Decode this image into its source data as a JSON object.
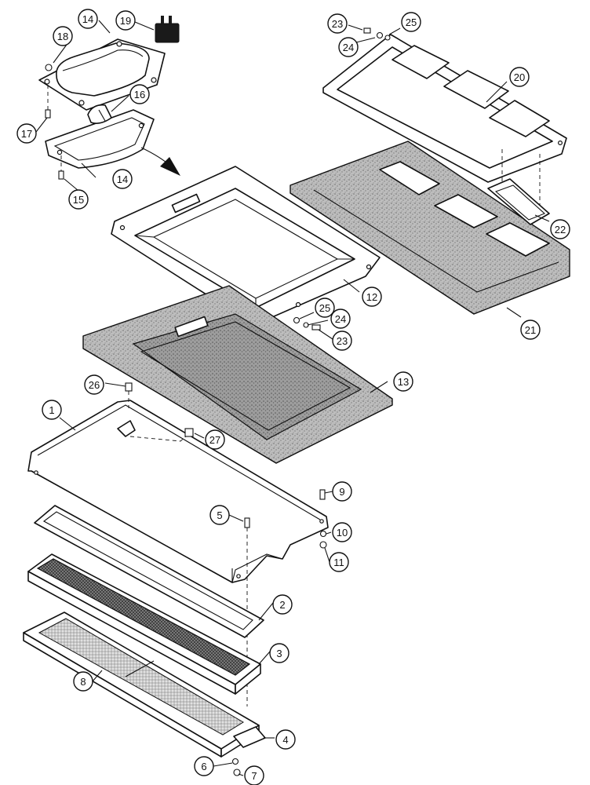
{
  "diagram": {
    "callouts": [
      {
        "id": "c1",
        "label": "1"
      },
      {
        "id": "c2",
        "label": "2"
      },
      {
        "id": "c3",
        "label": "3"
      },
      {
        "id": "c4",
        "label": "4"
      },
      {
        "id": "c5",
        "label": "5"
      },
      {
        "id": "c6",
        "label": "6"
      },
      {
        "id": "c7",
        "label": "7"
      },
      {
        "id": "c8",
        "label": "8"
      },
      {
        "id": "c9",
        "label": "9"
      },
      {
        "id": "c10",
        "label": "10"
      },
      {
        "id": "c11",
        "label": "11"
      },
      {
        "id": "c12",
        "label": "12"
      },
      {
        "id": "c13",
        "label": "13"
      },
      {
        "id": "c14a",
        "label": "14"
      },
      {
        "id": "c14b",
        "label": "14"
      },
      {
        "id": "c15",
        "label": "15"
      },
      {
        "id": "c16",
        "label": "16"
      },
      {
        "id": "c17",
        "label": "17"
      },
      {
        "id": "c18",
        "label": "18"
      },
      {
        "id": "c19",
        "label": "19"
      },
      {
        "id": "c20",
        "label": "20"
      },
      {
        "id": "c21",
        "label": "21"
      },
      {
        "id": "c22",
        "label": "22"
      },
      {
        "id": "c23a",
        "label": "23"
      },
      {
        "id": "c23b",
        "label": "23"
      },
      {
        "id": "c24a",
        "label": "24"
      },
      {
        "id": "c24b",
        "label": "24"
      },
      {
        "id": "c25a",
        "label": "25"
      },
      {
        "id": "c25b",
        "label": "25"
      },
      {
        "id": "c26",
        "label": "26"
      },
      {
        "id": "c27",
        "label": "27"
      }
    ]
  }
}
